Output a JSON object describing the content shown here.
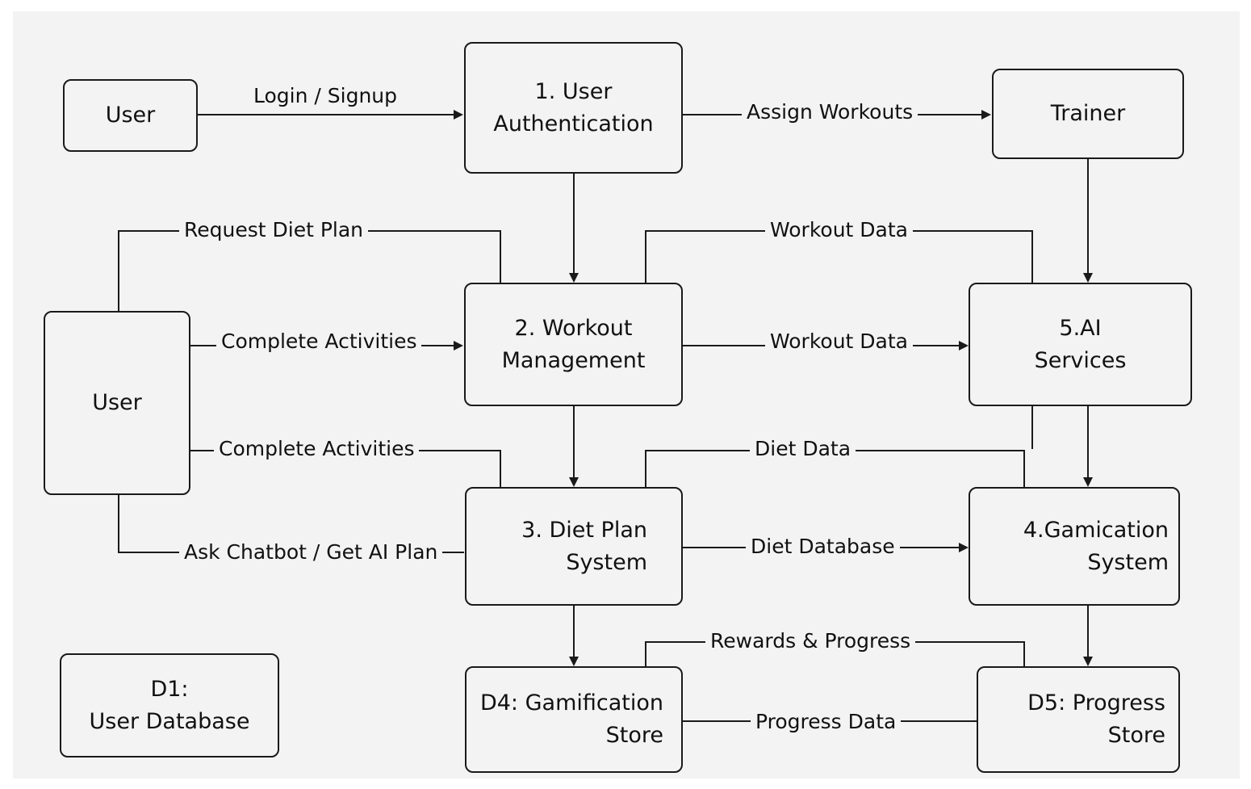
{
  "nodes": {
    "user_top": [
      "User"
    ],
    "auth": [
      "1. User",
      "Authentication"
    ],
    "trainer": [
      "Trainer"
    ],
    "user_left": [
      "User"
    ],
    "workout": [
      "2. Workout",
      "Management"
    ],
    "ai": [
      "5.AI",
      "Services"
    ],
    "diet": [
      "3. Diet Plan",
      "System"
    ],
    "gamication": [
      "4.Gamication",
      "System"
    ],
    "d1": [
      "D1:",
      "User Database"
    ],
    "d4": [
      "D4: Gamification",
      "Store"
    ],
    "d5": [
      "D5: Progress",
      "Store"
    ]
  },
  "flows": {
    "login_signup": "Login / Signup",
    "assign_workouts": "Assign Workouts",
    "request_diet_plan": "Request Diet Plan",
    "workout_data_top": "Workout Data",
    "complete_activities_1": "Complete Activities",
    "workout_data_mid": "Workout Data",
    "complete_activities_2": "Complete Activities",
    "diet_data": "Diet Data",
    "ask_chatbot": "Ask Chatbot / Get AI Plan",
    "diet_database": "Diet Database",
    "rewards_progress": "Rewards & Progress",
    "progress_data": "Progress Data"
  }
}
